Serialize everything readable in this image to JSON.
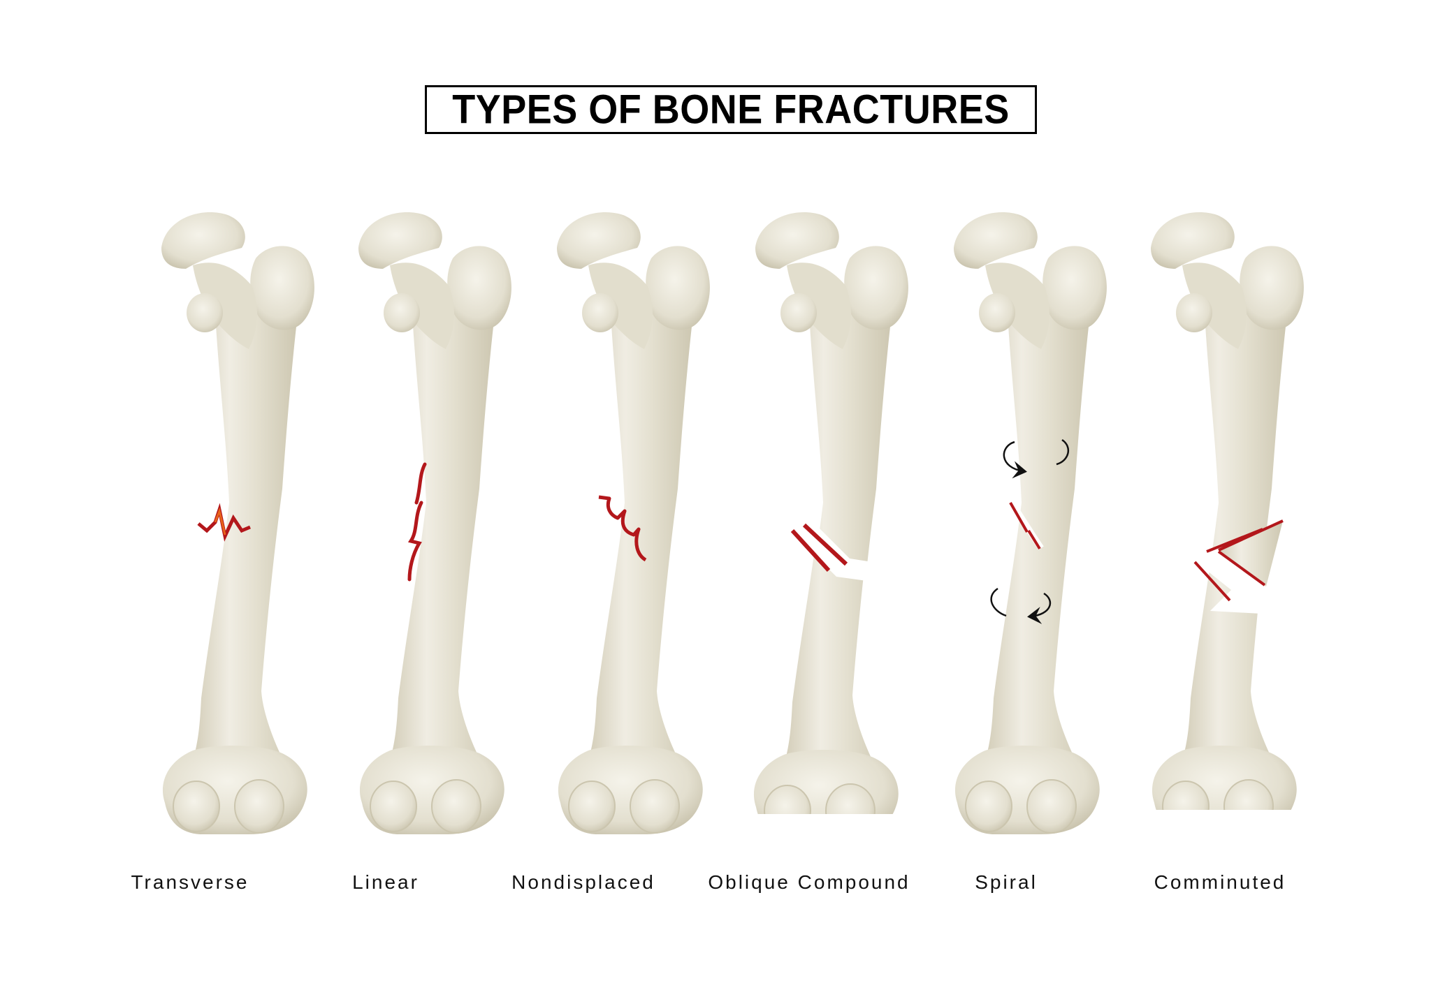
{
  "title": "TYPES OF BONE FRACTURES",
  "colors": {
    "bone": "#e6e2d3",
    "bone_shadow": "#cfc9b4",
    "bone_highlight": "#f3f1e8",
    "fracture_red": "#b3171b",
    "fracture_orange": "#e8641a",
    "arrow": "#111111"
  },
  "fractures": [
    {
      "id": "transverse",
      "label": "Transverse",
      "icon": "zigzag-crack"
    },
    {
      "id": "linear",
      "label": "Linear",
      "icon": "longitudinal-crack"
    },
    {
      "id": "nondisplaced",
      "label": "Nondisplaced",
      "icon": "stepped-crack"
    },
    {
      "id": "oblique-compound",
      "label": "Oblique Compound",
      "icon": "oblique-break"
    },
    {
      "id": "spiral",
      "label": "Spiral",
      "icon": "spiral-break-with-rotation-arrows"
    },
    {
      "id": "comminuted",
      "label": "Comminuted",
      "icon": "multi-fragment-break"
    }
  ]
}
